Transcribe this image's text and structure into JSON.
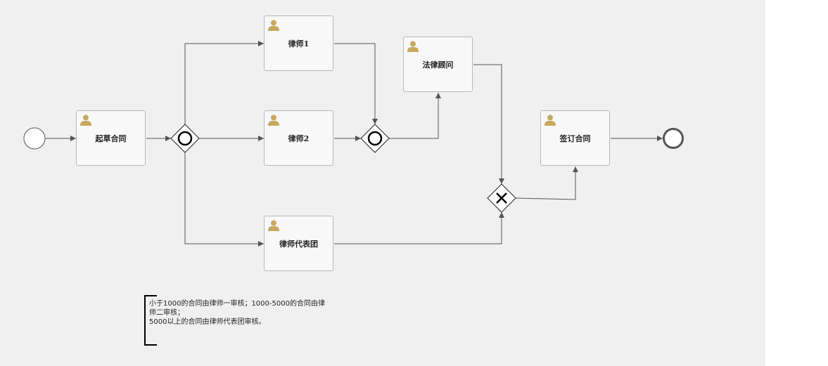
{
  "diagram": {
    "tasks": [
      {
        "id": "draft",
        "label": "起草合同"
      },
      {
        "id": "lawyer1",
        "label": "律师1"
      },
      {
        "id": "lawyer2",
        "label": "律师2"
      },
      {
        "id": "lawyer_team",
        "label": "律师代表团"
      },
      {
        "id": "counsel",
        "label": "法律顾问"
      },
      {
        "id": "sign",
        "label": "签订合同"
      }
    ],
    "gateways": {
      "split": "inclusive",
      "merge": "inclusive",
      "decision": "exclusive"
    },
    "annotation": {
      "line1": "小于1000的合同由律师一审核；1000-5000的合同由律师二审核；",
      "line2": "5000以上的合同由律师代表团审核。"
    }
  },
  "colors": {
    "canvas": "#f0f0f0",
    "task_fill": "#f8f8f8",
    "task_border": "#b8b8b8",
    "user_icon": "#c8a860",
    "edge": "#555555"
  },
  "icons": {
    "task": "user-icon",
    "exclusive_gateway": "x-icon",
    "inclusive_gateway": "circle-icon"
  }
}
